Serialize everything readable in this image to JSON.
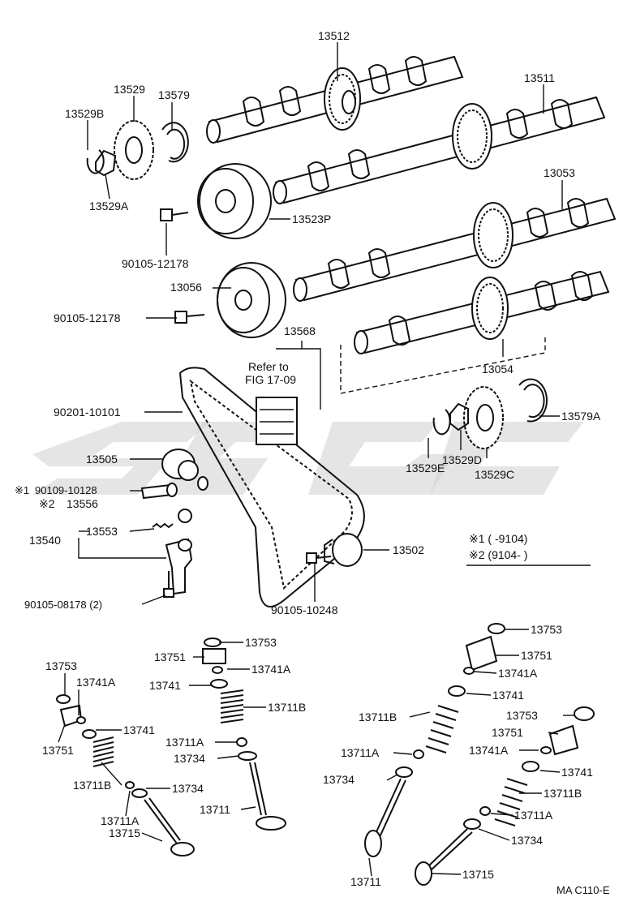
{
  "parts": {
    "p13512": "13512",
    "p13511": "13511",
    "p13529": "13529",
    "p13579": "13579",
    "p13529B": "13529B",
    "p13529A": "13529A",
    "p13523P": "13523P",
    "p13053": "13053",
    "p90105_12178_a": "90105-12178",
    "p13056": "13056",
    "p90105_12178_b": "90105-12178",
    "p13568": "13568",
    "p13054": "13054",
    "p90201_10101": "90201-10101",
    "p13579A": "13579A",
    "p13505": "13505",
    "p13529E": "13529E",
    "p13529D": "13529D",
    "p13529C": "13529C",
    "p13540": "13540",
    "p13553": "13553",
    "p13502": "13502",
    "p90105_08178": "90105-08178 (2)",
    "p90105_10248": "90105-10248"
  },
  "refer": {
    "line1": "Refer to",
    "line2": "FIG 17-09"
  },
  "notes": {
    "n1_mark": "※1",
    "n1_part": "90109-10128",
    "n2_mark": "※2",
    "n2_part": "13556",
    "legend1": "※1 (      -9104)",
    "legend2": "※2 (9104-        )"
  },
  "valves_left": {
    "a13753": "13753",
    "a13741A": "13741A",
    "a13741": "13741",
    "a13751": "13751",
    "a13711B": "13711B",
    "a13734": "13734",
    "a13711A": "13711A",
    "a13715": "13715"
  },
  "valves_mid": {
    "b13753": "13753",
    "b13751": "13751",
    "b13741A": "13741A",
    "b13741": "13741",
    "b13711B": "13711B",
    "b13711A": "13711A",
    "b13734": "13734",
    "b13711": "13711"
  },
  "valves_right": {
    "c13753a": "13753",
    "c13751a": "13751",
    "c13741Aa": "13741A",
    "c13741a": "13741",
    "c13711Ba": "13711B",
    "c13711Aa": "13711A",
    "c13734a": "13734",
    "c13753b": "13753",
    "c13751b": "13751",
    "c13741Ab": "13741A",
    "c13741b": "13741",
    "c13711Bb": "13711B",
    "c13711Ab": "13711A",
    "c13734b": "13734",
    "c13711": "13711",
    "c13715": "13715"
  },
  "figure_code": "MA C110-E",
  "icons": {
    "watermark": "watermark-logo"
  }
}
